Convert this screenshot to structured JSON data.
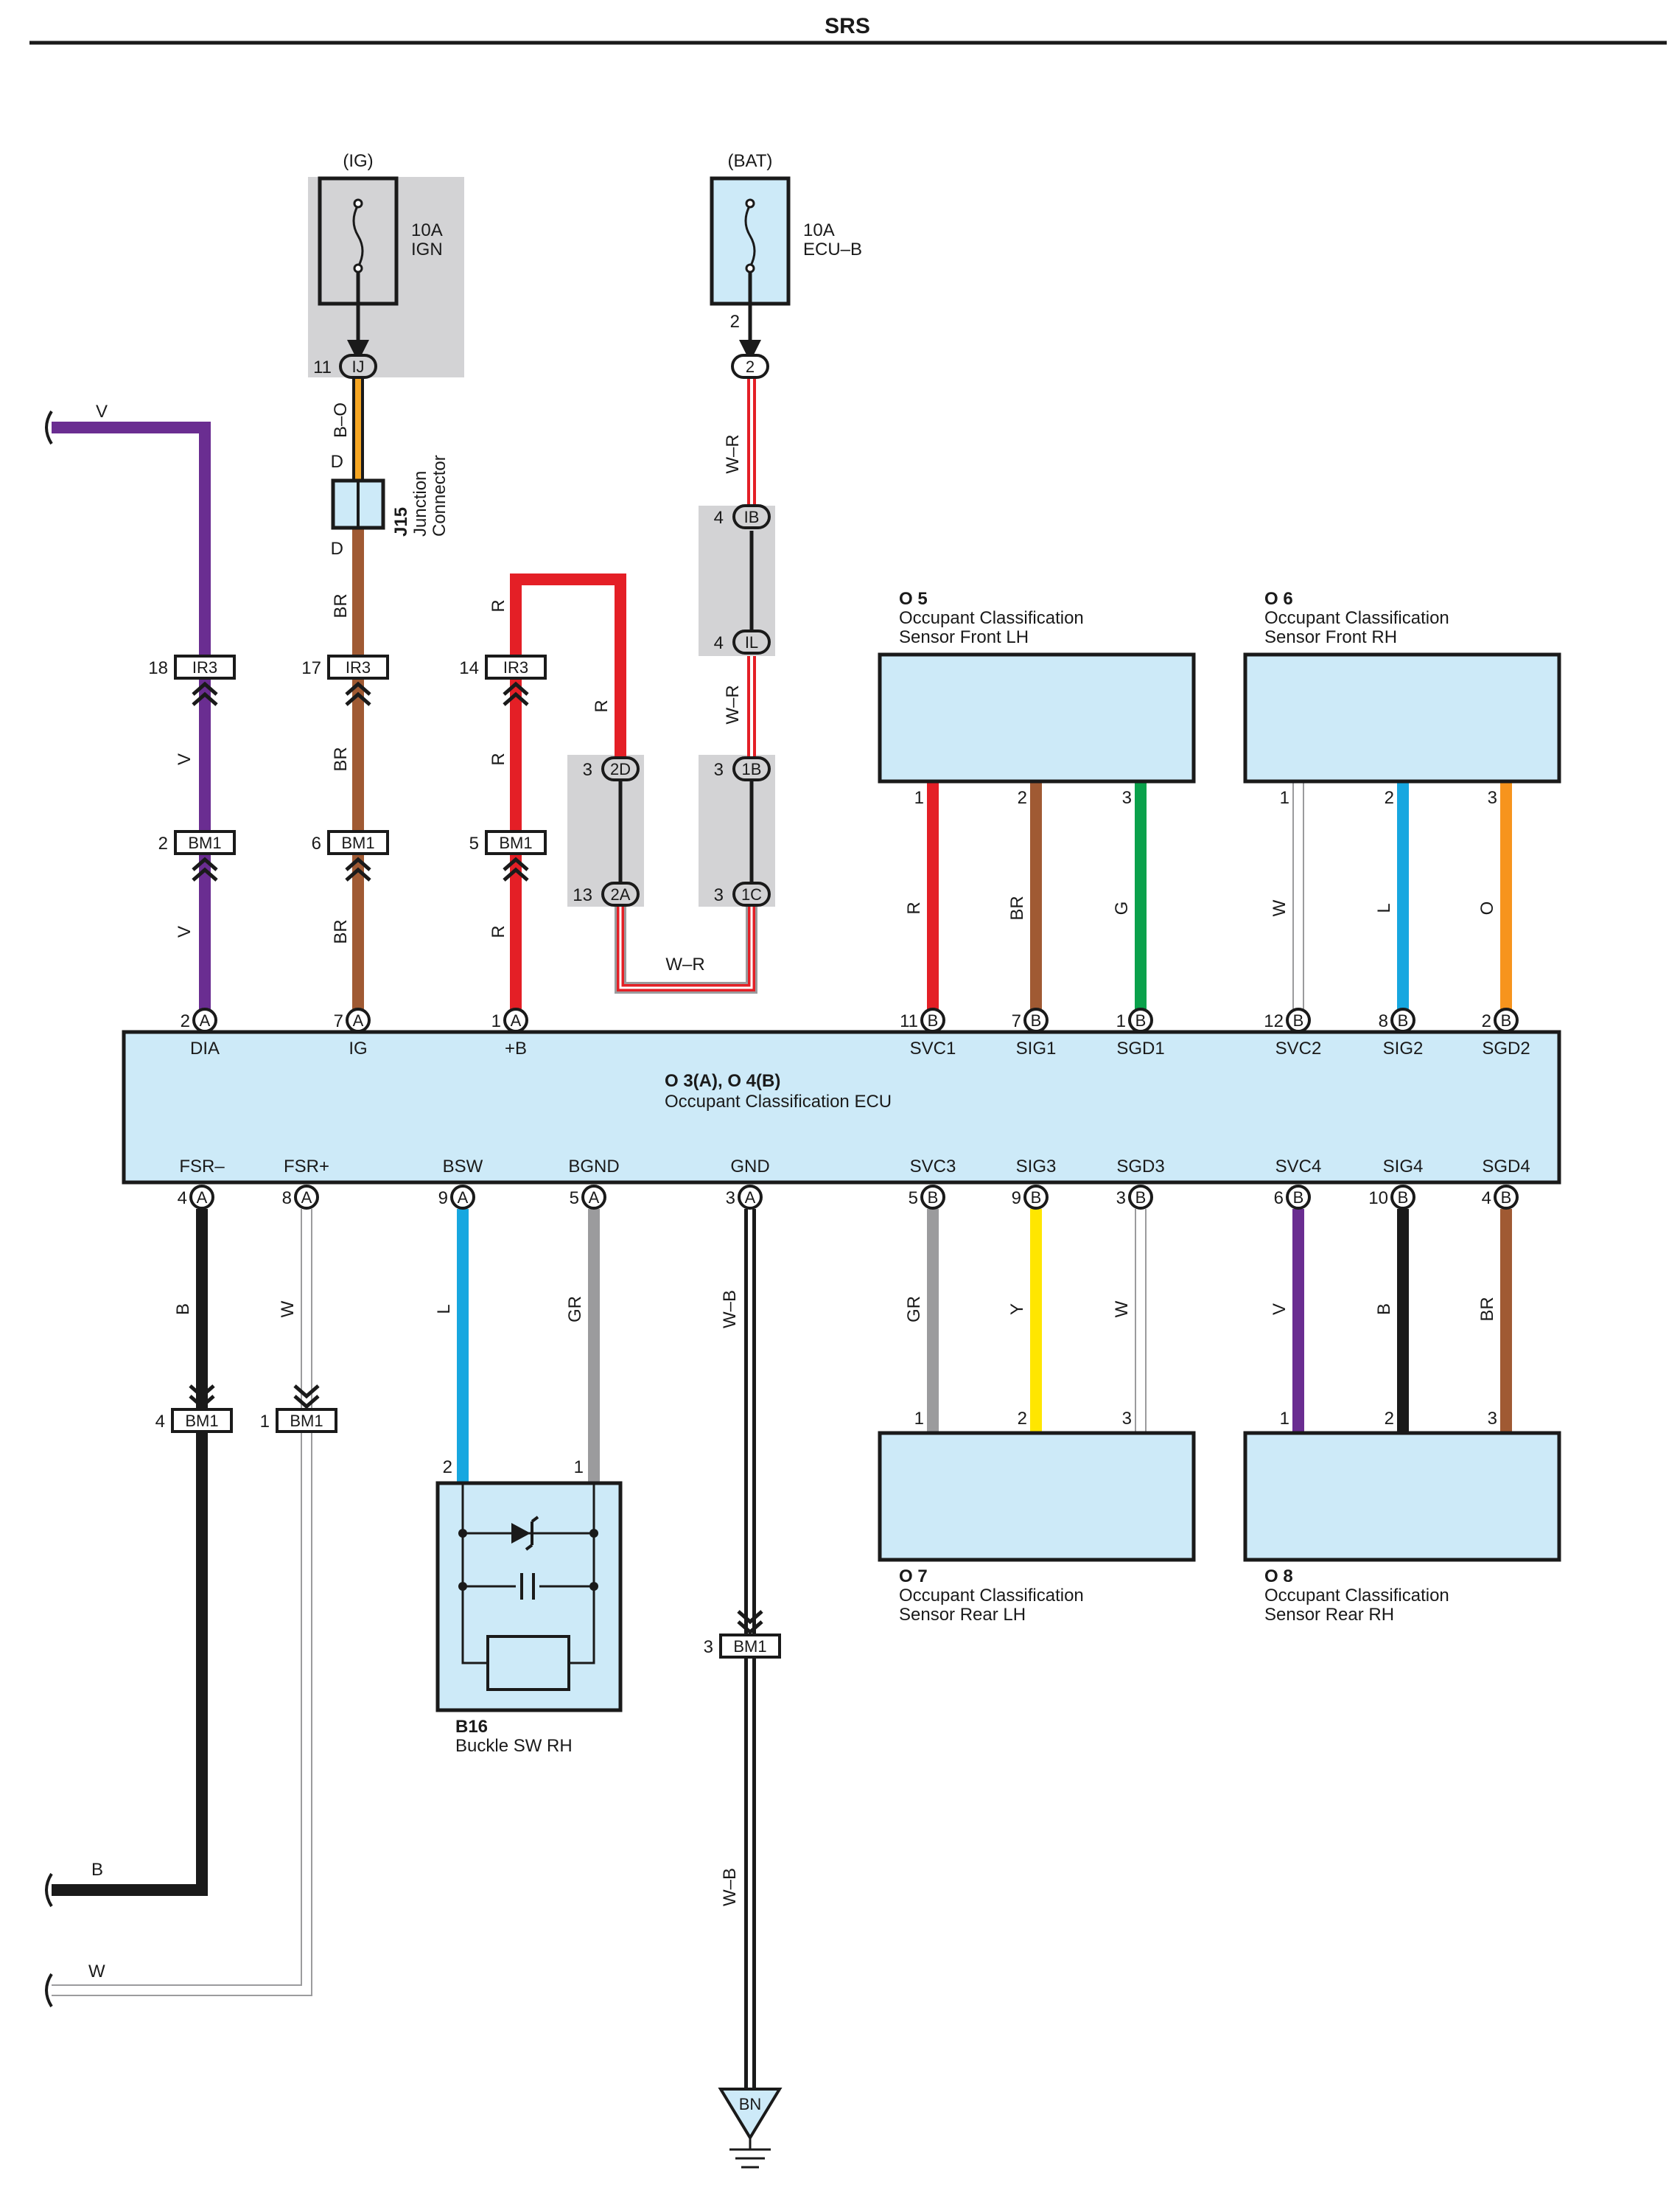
{
  "title": "SRS",
  "colors": {
    "box_fill": "#cdeaf8",
    "gray_fill": "#d3d3d5",
    "V": "#6a2d91",
    "BR": "#a05a33",
    "R": "#e41f26",
    "G": "#0aa14b",
    "L": "#17a7e0",
    "O": "#f7941d",
    "GR": "#9b9b9d",
    "Y": "#ffe600",
    "B": "#1a1a1a",
    "W": "#ffffff",
    "orange_BO": "#f6a623"
  },
  "power": {
    "ig": {
      "source": "(IG)",
      "amp": "10A",
      "name": "IGN",
      "pin": "11",
      "conn": "IJ",
      "wire": "B–O"
    },
    "bat": {
      "source": "(BAT)",
      "amp": "10A",
      "name": "ECU–B",
      "pin_top": "2",
      "conn": "2",
      "wire1": "W–R",
      "wire2": "W–R",
      "wire3": "W–R"
    }
  },
  "junction": {
    "id": "J15",
    "name1": "Junction",
    "name2": "Connector",
    "pin_top": "D",
    "pin_bottom": "D"
  },
  "gray_connectors": {
    "ib": {
      "pin": "4",
      "label": "IB"
    },
    "il": {
      "pin": "4",
      "label": "IL"
    },
    "c1b": {
      "pin": "3",
      "label": "1B"
    },
    "c1c": {
      "pin": "3",
      "label": "1C"
    },
    "c2d": {
      "pin": "3",
      "label": "2D"
    },
    "c2a": {
      "pin": "13",
      "label": "2A"
    }
  },
  "left_branches": [
    {
      "wire": "V",
      "ir3_pin": "18",
      "ir3": "IR3",
      "bm1_pin": "2",
      "bm1": "BM1",
      "ecu_pin": "2",
      "ecu_conn": "A",
      "ecu_label": "DIA",
      "top_wire": "V"
    },
    {
      "wire": "BR",
      "ir3_pin": "17",
      "ir3": "IR3",
      "bm1_pin": "6",
      "bm1": "BM1",
      "ecu_pin": "7",
      "ecu_conn": "A",
      "ecu_label": "IG"
    },
    {
      "wire": "R",
      "ir3_pin": "14",
      "ir3": "IR3",
      "bm1_pin": "5",
      "bm1": "BM1",
      "ecu_pin": "1",
      "ecu_conn": "A",
      "ecu_label": "+B",
      "red_loop_wire": "R"
    }
  ],
  "ecu": {
    "id": "O 3(A), O 4(B)",
    "name": "Occupant Classification ECU"
  },
  "sensors_top": [
    {
      "id": "O 5",
      "name1": "Occupant Classification",
      "name2": "Sensor Front LH",
      "pins": [
        {
          "sensor_pin": "1",
          "wire": "R",
          "ecu_pin": "11",
          "conn": "B",
          "label": "SVC1"
        },
        {
          "sensor_pin": "2",
          "wire": "BR",
          "ecu_pin": "7",
          "conn": "B",
          "label": "SIG1"
        },
        {
          "sensor_pin": "3",
          "wire": "G",
          "ecu_pin": "1",
          "conn": "B",
          "label": "SGD1"
        }
      ]
    },
    {
      "id": "O 6",
      "name1": "Occupant Classification",
      "name2": "Sensor Front RH",
      "pins": [
        {
          "sensor_pin": "1",
          "wire": "W",
          "ecu_pin": "12",
          "conn": "B",
          "label": "SVC2"
        },
        {
          "sensor_pin": "2",
          "wire": "L",
          "ecu_pin": "8",
          "conn": "B",
          "label": "SIG2"
        },
        {
          "sensor_pin": "3",
          "wire": "O",
          "ecu_pin": "2",
          "conn": "B",
          "label": "SGD2"
        }
      ]
    }
  ],
  "sensors_bottom": [
    {
      "id": "O 7",
      "name1": "Occupant Classification",
      "name2": "Sensor Rear LH",
      "pins": [
        {
          "sensor_pin": "1",
          "wire": "GR",
          "ecu_pin": "5",
          "conn": "B",
          "label": "SVC3"
        },
        {
          "sensor_pin": "2",
          "wire": "Y",
          "ecu_pin": "9",
          "conn": "B",
          "label": "SIG3"
        },
        {
          "sensor_pin": "3",
          "wire": "W",
          "ecu_pin": "3",
          "conn": "B",
          "label": "SGD3"
        }
      ]
    },
    {
      "id": "O 8",
      "name1": "Occupant Classification",
      "name2": "Sensor Rear RH",
      "pins": [
        {
          "sensor_pin": "1",
          "wire": "V",
          "ecu_pin": "6",
          "conn": "B",
          "label": "SVC4"
        },
        {
          "sensor_pin": "2",
          "wire": "B",
          "ecu_pin": "10",
          "conn": "B",
          "label": "SIG4"
        },
        {
          "sensor_pin": "3",
          "wire": "BR",
          "ecu_pin": "4",
          "conn": "B",
          "label": "SGD4"
        }
      ]
    }
  ],
  "bottom_left": [
    {
      "wire": "B",
      "ecu_pin": "4",
      "conn": "A",
      "label": "FSR–",
      "bm1_pin": "4",
      "bm1": "BM1",
      "end_wire": "B"
    },
    {
      "wire": "W",
      "ecu_pin": "8",
      "conn": "A",
      "label": "FSR+",
      "bm1_pin": "1",
      "bm1": "BM1",
      "end_wire": "W"
    }
  ],
  "buckle": {
    "id": "B16",
    "name": "Buckle SW RH",
    "pins": [
      {
        "wire": "L",
        "ecu_pin": "9",
        "conn": "A",
        "label": "BSW",
        "sw_pin": "2"
      },
      {
        "wire": "GR",
        "ecu_pin": "5",
        "conn": "A",
        "label": "BGND",
        "sw_pin": "1"
      }
    ]
  },
  "ground": {
    "wire": "W–B",
    "ecu_pin": "3",
    "conn": "A",
    "label": "GND",
    "bm1_pin": "3",
    "bm1": "BM1",
    "wire2": "W–B",
    "ground_point": "BN"
  }
}
